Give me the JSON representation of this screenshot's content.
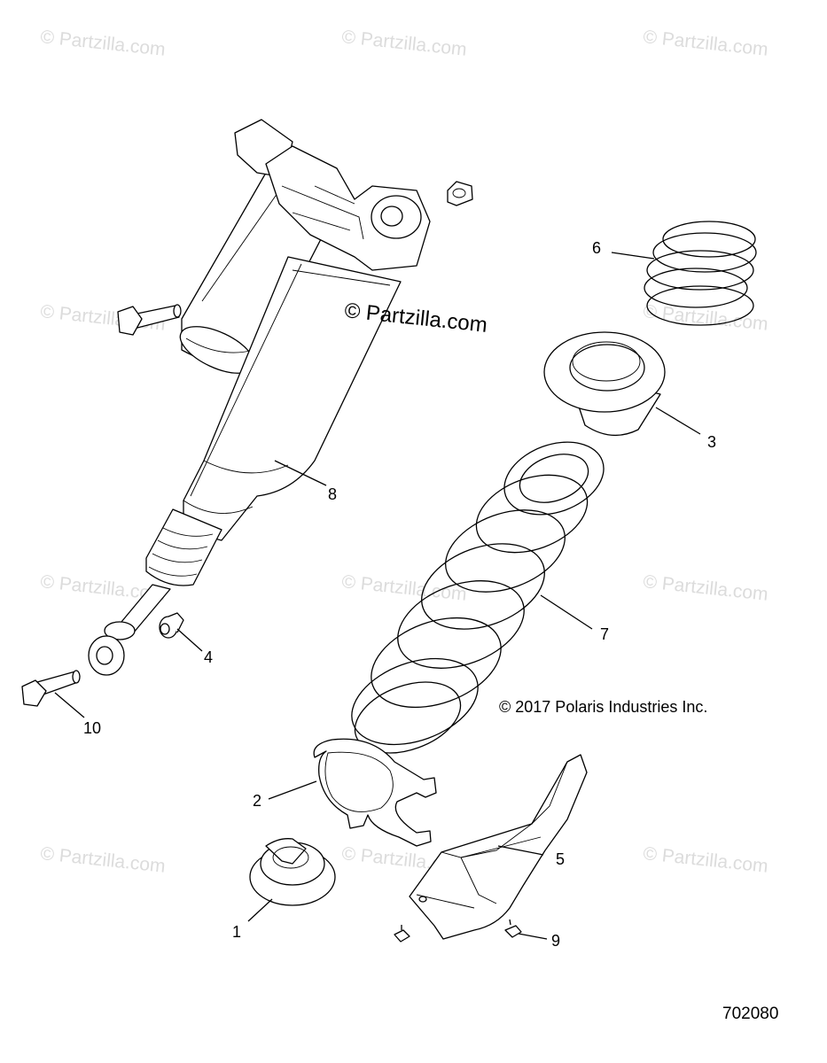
{
  "watermark": {
    "text": "© Partzilla.com",
    "center_text": "© Partzilla.com"
  },
  "copyright": "© 2017 Polaris Industries Inc.",
  "figure_number": "702080",
  "callouts": [
    {
      "id": "1",
      "part": "spring-seat-lower"
    },
    {
      "id": "2",
      "part": "retainer-bracket"
    },
    {
      "id": "3",
      "part": "spring-seat-upper"
    },
    {
      "id": "4",
      "part": "bushing-washer"
    },
    {
      "id": "5",
      "part": "shock-guard"
    },
    {
      "id": "6",
      "part": "tender-spring"
    },
    {
      "id": "7",
      "part": "main-spring"
    },
    {
      "id": "8",
      "part": "shock-absorber"
    },
    {
      "id": "9",
      "part": "guard-screw"
    },
    {
      "id": "10",
      "part": "mounting-bolt"
    }
  ]
}
